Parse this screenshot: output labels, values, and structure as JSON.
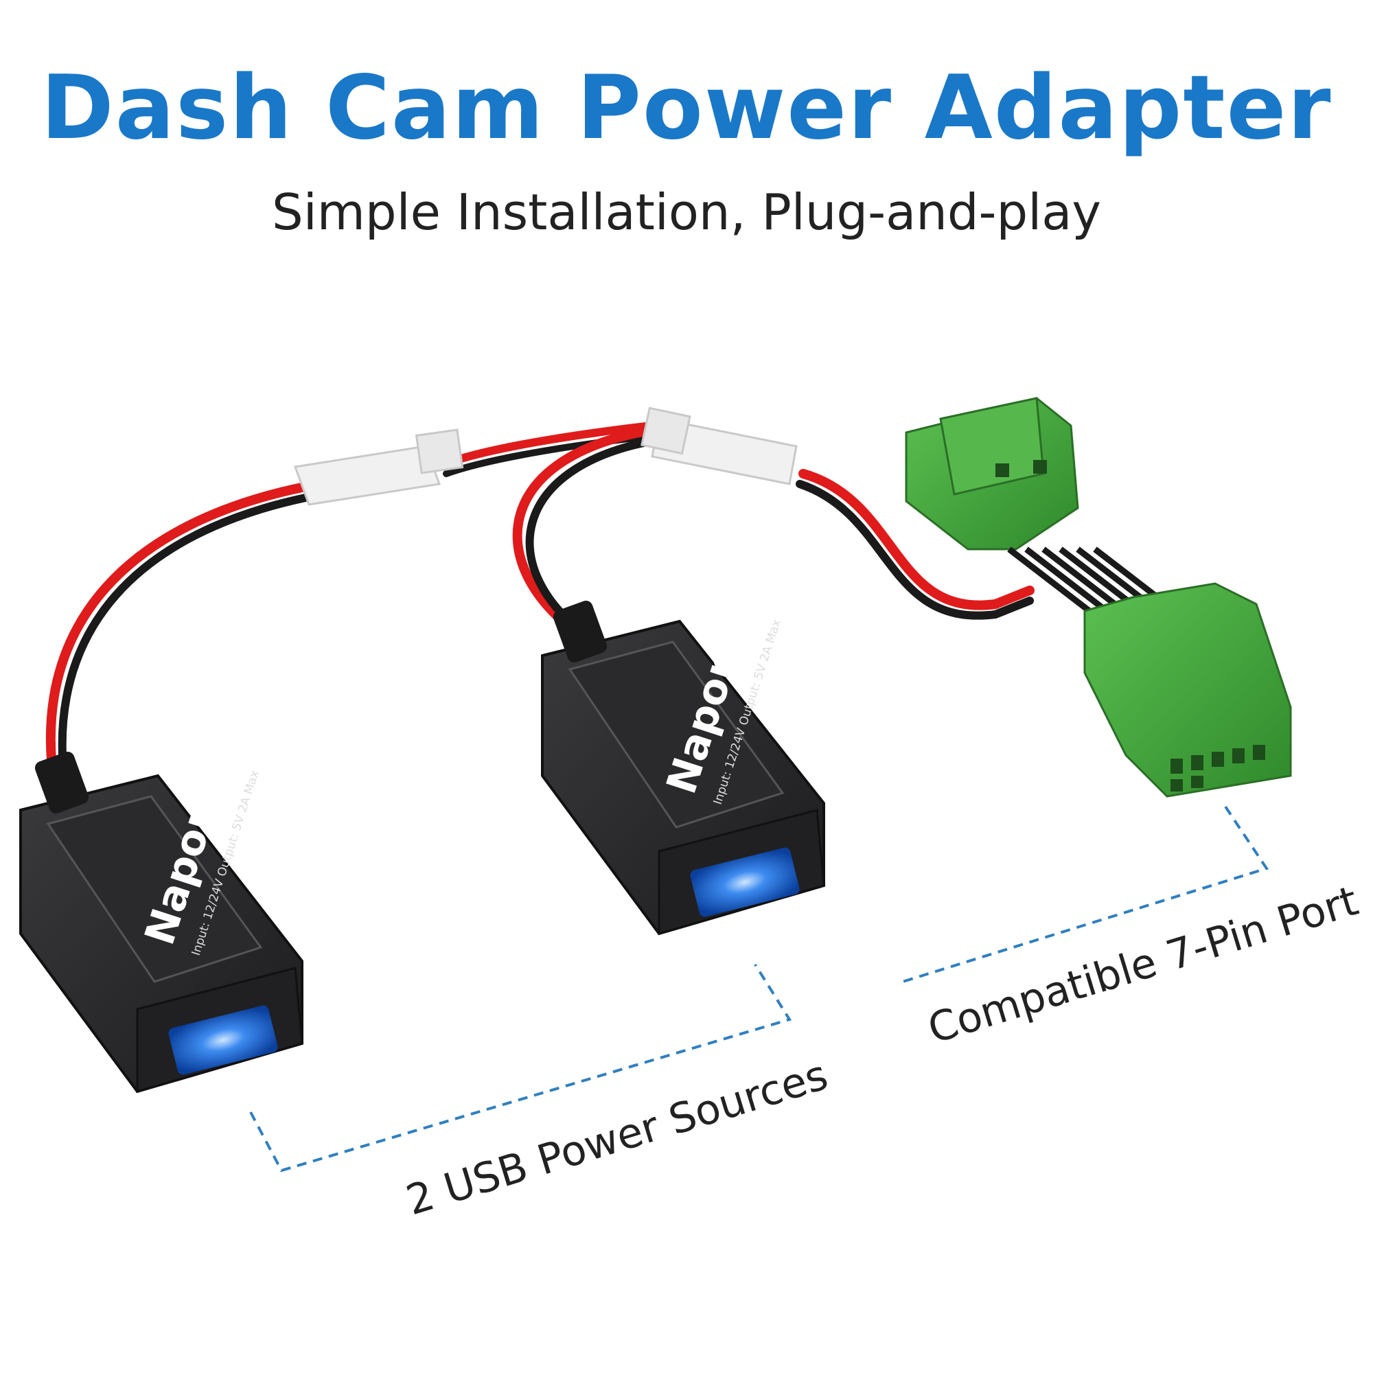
{
  "header": {
    "title": "Dash Cam Power Adapter",
    "subtitle": "Simple Installation, Plug-and-play"
  },
  "adapters": [
    {
      "brand": "Naponal",
      "spec": "Input: 12/24V  Output: 5V 2A Max"
    },
    {
      "brand": "Naponal",
      "spec": "Input: 12/24V  Output: 5V 2A Max"
    }
  ],
  "callouts": {
    "usb": "2 USB Power Sources",
    "port": "Compatible 7-Pin Port"
  },
  "colors": {
    "title": "#1a78c8",
    "text": "#222222",
    "callout_line": "#2f7fc0",
    "wire_red": "#e01b1b",
    "wire_black": "#1a1a1a",
    "connector_green": "#4cae43",
    "adapter_body": "#2b2b2d",
    "usb_glow": "#1e6fe0"
  }
}
